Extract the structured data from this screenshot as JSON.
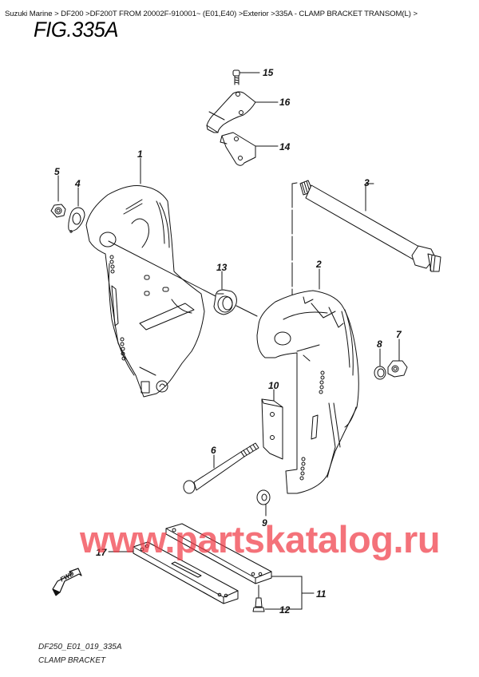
{
  "breadcrumb": {
    "items": [
      {
        "label": "Suzuki Marine"
      },
      {
        "label": "DF200"
      },
      {
        "label": "DF200T FROM 20002F-910001~ (E01,E40)"
      },
      {
        "label": "Exterior"
      },
      {
        "label": "335A - CLAMP BRACKET TRANSOM(L)"
      }
    ],
    "separator": ">"
  },
  "figure": {
    "title": "FIG.335A",
    "code": "DF250_E01_019_335A",
    "name": "CLAMP BRACKET"
  },
  "callouts": [
    {
      "num": "1",
      "part": "clamp-bracket-left"
    },
    {
      "num": "2",
      "part": "clamp-bracket-right"
    },
    {
      "num": "3",
      "part": "tilt-tube"
    },
    {
      "num": "4",
      "part": "washer"
    },
    {
      "num": "5",
      "part": "nut"
    },
    {
      "num": "6",
      "part": "bolt"
    },
    {
      "num": "7",
      "part": "nut"
    },
    {
      "num": "8",
      "part": "washer"
    },
    {
      "num": "9",
      "part": "washer"
    },
    {
      "num": "10",
      "part": "plate"
    },
    {
      "num": "11",
      "part": "transom-plate-set"
    },
    {
      "num": "12",
      "part": "bolt"
    },
    {
      "num": "13",
      "part": "bushing"
    },
    {
      "num": "14",
      "part": "bracket"
    },
    {
      "num": "15",
      "part": "bolt"
    },
    {
      "num": "16",
      "part": "cover"
    },
    {
      "num": "17",
      "part": "spacer-plate"
    }
  ],
  "fwd_label": "FWD",
  "watermark": "www.partskatalog.ru"
}
